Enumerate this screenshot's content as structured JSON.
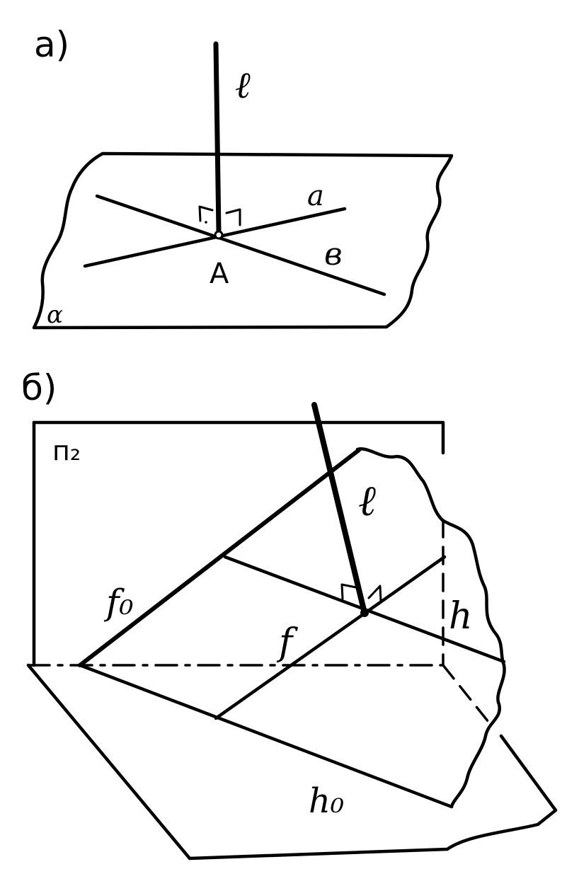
{
  "figure_a": {
    "tag": "а)",
    "labels": {
      "line_l": "ℓ",
      "line_a": "a",
      "line_b": "в",
      "point_A": "A",
      "plane_alpha": "α"
    }
  },
  "figure_b": {
    "tag": "б)",
    "labels": {
      "plane_pi2": "п₂",
      "line_l": "ℓ",
      "trace_f0": "f₀",
      "line_f": "f",
      "line_h": "h",
      "trace_h0": "h₀"
    }
  }
}
